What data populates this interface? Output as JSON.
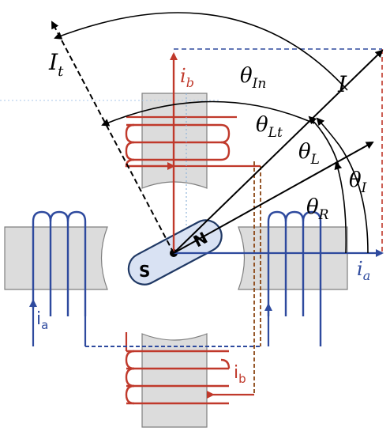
{
  "labels": {
    "I_t": "I",
    "I_t_sub": "t",
    "I": "I",
    "theta_In": "θ",
    "theta_In_sub": "In",
    "theta_Lt": "θ",
    "theta_Lt_sub": "Lt",
    "theta_L": "θ",
    "theta_L_sub": "L",
    "theta_R": "θ",
    "theta_R_sub": "R",
    "theta_I": "θ",
    "theta_I_sub": "I",
    "i_b_top": "i",
    "i_b_top_sub": "b",
    "i_a_right": "i",
    "i_a_right_sub": "a",
    "i_a_left": "i",
    "i_a_left_sub": "a",
    "i_b_bottom": "i",
    "i_b_bottom_sub": "b",
    "rotor_south": "S",
    "rotor_north": "N"
  },
  "colors": {
    "red": "#c0392b",
    "blue": "#2e4a9e",
    "black": "#000000",
    "core_fill": "#dcdcdc",
    "core_stroke": "#7f7f7f",
    "rotor_fill": "#d9e2f3",
    "rotor_stroke": "#1f3864",
    "brown": "#8b4513"
  }
}
